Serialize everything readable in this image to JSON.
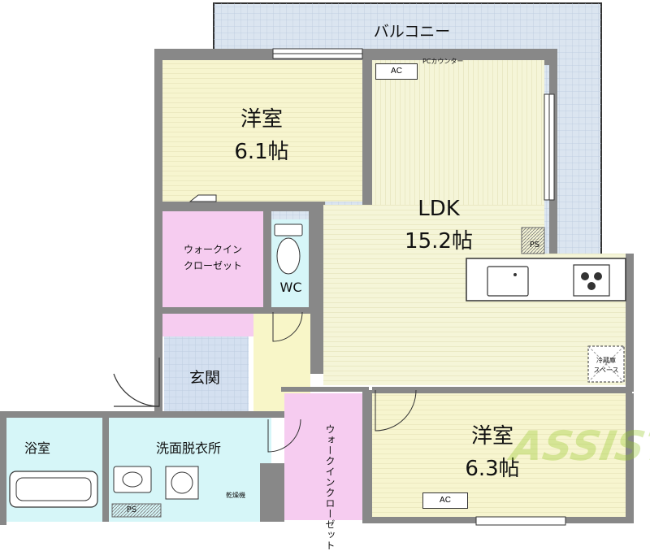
{
  "balcony": "バルコニー",
  "western_room_1": {
    "name": "洋室",
    "size": "6.1帖"
  },
  "ldk": {
    "name": "LDK",
    "size": "15.2帖"
  },
  "western_room_2": {
    "name": "洋室",
    "size": "6.3帖"
  },
  "walkin_closet_1": {
    "line1": "ウォークイン",
    "line2": "クローゼット"
  },
  "walkin_closet_2": "ウォークインクローゼット",
  "wc": "WC",
  "entrance": "玄関",
  "bathroom": "浴室",
  "washroom": "洗面脱衣所",
  "pc_counter": "PCカウンター",
  "ac_1": "AC",
  "ac_2": "AC",
  "ps_1": "PS",
  "ps_2": "PS",
  "fridge_space": {
    "line1": "冷蔵庫",
    "line2": "スペース"
  },
  "dryer": "乾燥機",
  "watermark": "ASSIST",
  "colors": {
    "balcony": "#dbe5f0",
    "western_room": "#f7f5cf",
    "ldk": "#f5f5d8",
    "closet": "#f6ccf0",
    "wc": "#d6f6f8",
    "entrance": "#d4e0f0",
    "hall": "#f8f6c8",
    "wet_area": "#d6f6f8",
    "wall": "#888888"
  }
}
